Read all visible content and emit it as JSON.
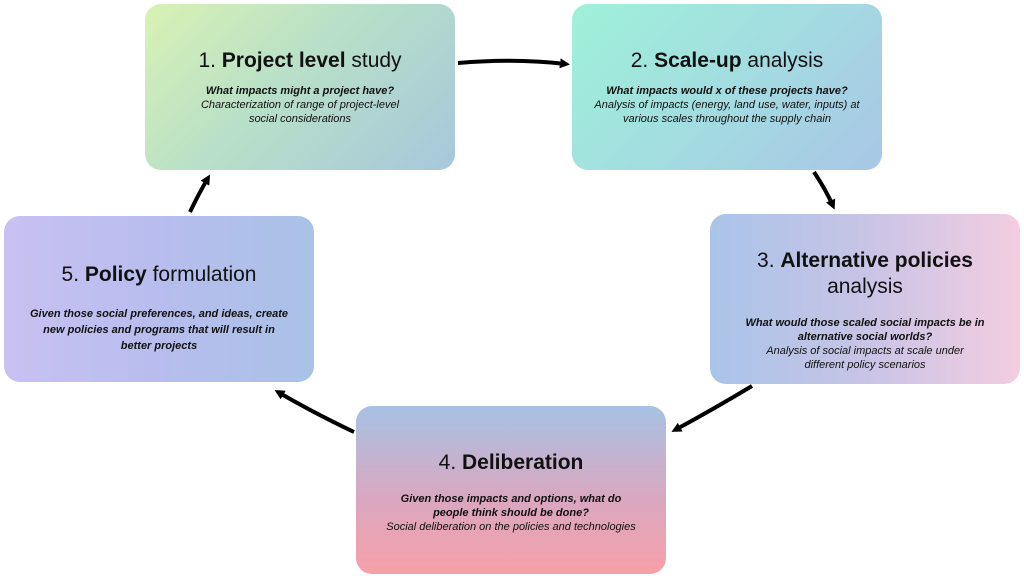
{
  "boxes": [
    {
      "num": "1.",
      "bold": "Project level",
      "rest": " study",
      "question": "What impacts might a project have?",
      "desc": "Characterization of range of project-level social considerations"
    },
    {
      "num": "2.",
      "bold": "Scale-up",
      "rest": " analysis",
      "question": "What impacts would x of these projects have?",
      "desc": "Analysis of impacts (energy, land use, water, inputs) at various scales throughout the supply chain"
    },
    {
      "num": "3.",
      "bold": "Alternative policies",
      "rest": "analysis",
      "question": "What would those scaled social impacts be in alternative social worlds?",
      "desc": "Analysis of social impacts at scale under different policy scenarios"
    },
    {
      "num": "4.",
      "bold": "Deliberation",
      "rest": "",
      "question": "Given those impacts and options, what do people think should be done?",
      "desc": "Social deliberation on the policies and technologies"
    },
    {
      "num": "5.",
      "bold": "Policy",
      "rest": " formulation",
      "question": "Given those social preferences, and ideas, create new policies and programs that will result in better projects",
      "desc": ""
    }
  ],
  "colors": {
    "arrow": "#000000",
    "text": "#111111"
  }
}
